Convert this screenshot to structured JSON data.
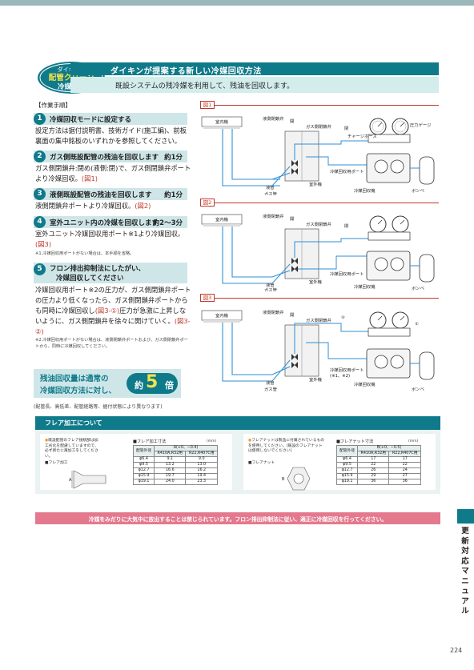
{
  "header": {
    "logo_lines": [
      "ダイキンの",
      "配管クリーン",
      "冷媒回収"
    ],
    "title": "ダイキンが提案する新しい冷媒回収方法",
    "subtitle": "既設システムの残冷媒を利用して、残油を回収します。"
  },
  "procedure": {
    "tag": "【作業手順】",
    "steps": [
      {
        "num": "1",
        "label": "冷媒回収モードに設定する",
        "time": ""
      },
      {
        "num": "2",
        "label": "ガス側既設配管の残油を回収します",
        "time": "約1分"
      },
      {
        "num": "3",
        "label": "液側既設配管の残油を回収します",
        "time": "約1分"
      },
      {
        "num": "4",
        "label": "室外ユニット内の冷媒を回収します",
        "time": "約2〜3分"
      },
      {
        "num": "5",
        "label": "フロン排出抑制法にしたがい、",
        "label2": "冷媒回収してください",
        "time": ""
      }
    ],
    "text1": "設定方法は据付説明書、技術ガイド(施工編)、前板裏面の集中銘板のいずれかを参照してください。",
    "text2": "ガス側閉鎖弁:閉め(液側:閉)で、ガス側閉鎖弁ポートより冷媒回収。",
    "text2_ref": "(図1)",
    "text3": "液側閉鎖弁ポートより冷媒回収。",
    "text3_ref": "(図2)",
    "text4": "室外ユニット冷媒回収用ポート※1より冷媒回収。",
    "text4_ref": "(図3)",
    "note1": "※1.冷媒回収用ポートがない場合は、本手順を省略。",
    "text5a": "冷媒回収用ポート※2の圧力が、ガス側閉鎖弁ポートの圧力より低くなったら、ガス側閉鎖弁ポートからも同時に冷媒回収し",
    "text5_ref1": "(図3-①)",
    "text5b": "圧力が急激に上昇しないように、ガス側閉鎖弁を徐々に開けていく。",
    "text5_ref2": "(図3-②)",
    "note2": "※2.冷媒回収用ポートがない場合は、液側閉鎖弁ポートおよび、ガス側閉鎖弁ポートから、同時に冷媒回収してください。"
  },
  "banner": {
    "line1": "残油回収量は通常の",
    "line2": "冷媒回収方法に対し、",
    "pre": "約",
    "number": "5",
    "post": "倍",
    "note": "(配管長、高低差、配管経路等、据付状態により異なります)"
  },
  "figures": {
    "labels": [
      "図1",
      "図2",
      "図3"
    ],
    "indoor": "室内機",
    "outdoor": "室外機",
    "liquid_pipe": "液管",
    "gas_pipe": "ガス管",
    "liquid_valve": "液側閉鎖弁",
    "gas_valve": "ガス側閉鎖弁",
    "recovery_port": "冷媒回収用ポート",
    "recovery_port_note": "(※1、※2)",
    "charge_hose": "チャージホース",
    "pressure_gauge": "圧力ゲージ",
    "recovery_unit": "冷媒回収機",
    "cylinder": "ボンベ",
    "open": "開",
    "closed": "閉",
    "step_markers": [
      "①",
      "②"
    ]
  },
  "flare": {
    "title": "フレア加工について",
    "left_note": "既設配管のフレア接続部は加工劣化を配慮していますので、必ず新たに再加工をしてください。",
    "left_caption": "フレア加工",
    "left_dim": "A",
    "right_note": "フレアナットは製品に付属されているものを使用してください。(既設のフレアナットは使用しないでください)",
    "right_caption": "フレアナット",
    "right_dim": "B",
    "table1": {
      "title": "フレア加工寸法",
      "unit": "(mm)",
      "header_col": "配管外径",
      "header_main": "A(+0、−0.4)",
      "header_sub": [
        "R410A,R32用",
        "R22,R407C用"
      ],
      "rows": [
        [
          "φ6.4",
          "9.1",
          "9.0"
        ],
        [
          "φ9.5",
          "13.2",
          "13.0"
        ],
        [
          "φ12.7",
          "16.6",
          "16.2"
        ],
        [
          "φ15.9",
          "19.7",
          "19.4"
        ],
        [
          "φ19.1",
          "24.0",
          "23.3"
        ]
      ]
    },
    "table2": {
      "title": "フレアナット寸法",
      "unit": "(mm)",
      "header_col": "配管外径",
      "header_main": "B(+0、−0.5)",
      "header_sub": [
        "R410A,R32用",
        "R22,R407C用"
      ],
      "rows": [
        [
          "φ6.4",
          "17",
          "17"
        ],
        [
          "φ9.5",
          "22",
          "22"
        ],
        [
          "φ12.7",
          "26",
          "24"
        ],
        [
          "φ15.9",
          "29",
          "27"
        ],
        [
          "φ19.1",
          "36",
          "36"
        ]
      ]
    }
  },
  "warning": "冷媒をみだりに大気中に放出することは禁じられています。フロン排出抑制法に従い、適正に冷媒回収を行ってください。",
  "side_title": "更新対応マニュアル",
  "page_number": "224",
  "colors": {
    "brand": "#0f7a8a",
    "accent_red": "#c0392b",
    "warning_pink": "#e4798e"
  }
}
